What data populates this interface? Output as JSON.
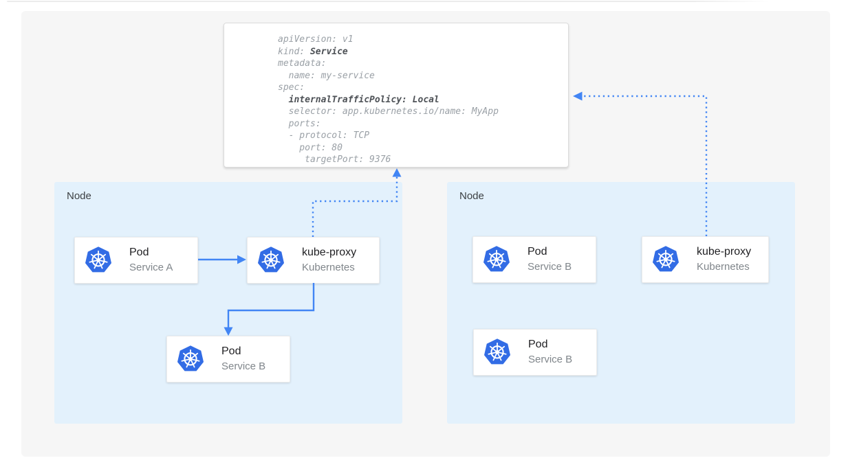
{
  "colors": {
    "accent_blue": "#4285f4",
    "kubernetes_blue": "#326ce5",
    "node_bg": "#e3f1fc",
    "panel_bg": "#f6f6f6",
    "card_bg": "#ffffff",
    "code_text": "#9aa0a6",
    "code_bold_text": "#4d5156"
  },
  "yaml_code": {
    "lines": [
      [
        {
          "t": "apiVersion: v1",
          "b": false
        }
      ],
      [
        {
          "t": "kind: ",
          "b": false
        },
        {
          "t": "Service",
          "b": true
        }
      ],
      [
        {
          "t": "metadata:",
          "b": false
        }
      ],
      [
        {
          "t": "  name: my-service",
          "b": false
        }
      ],
      [
        {
          "t": "spec:",
          "b": false
        }
      ],
      [
        {
          "t": "  ",
          "b": false
        },
        {
          "t": "internalTrafficPolicy: Local",
          "b": true
        }
      ],
      [
        {
          "t": "  selector: app.kubernetes.io/name: MyApp",
          "b": false
        }
      ],
      [
        {
          "t": "  ports:",
          "b": false
        }
      ],
      [
        {
          "t": "  - protocol: TCP",
          "b": false
        }
      ],
      [
        {
          "t": "    port: 80",
          "b": false
        }
      ],
      [
        {
          "t": "     targetPort: 9376",
          "b": false
        }
      ]
    ]
  },
  "nodes": [
    {
      "label": "Node",
      "cards": [
        {
          "title": "Pod",
          "subtitle": "Service A",
          "icon": "kubernetes-logo"
        },
        {
          "title": "kube-proxy",
          "subtitle": "Kubernetes",
          "icon": "kubernetes-logo"
        },
        {
          "title": "Pod",
          "subtitle": "Service B",
          "icon": "kubernetes-logo"
        }
      ]
    },
    {
      "label": "Node",
      "cards": [
        {
          "title": "Pod",
          "subtitle": "Service B",
          "icon": "kubernetes-logo"
        },
        {
          "title": "kube-proxy",
          "subtitle": "Kubernetes",
          "icon": "kubernetes-logo"
        },
        {
          "title": "Pod",
          "subtitle": "Service B",
          "icon": "kubernetes-logo"
        }
      ]
    }
  ]
}
